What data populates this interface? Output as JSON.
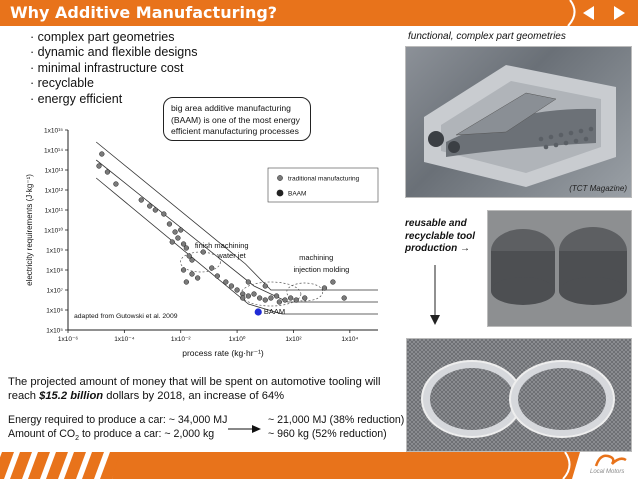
{
  "header": {
    "title": "Why Additive Manufacturing?",
    "prev_icon": "triangle-left-icon",
    "next_icon": "triangle-right-icon"
  },
  "bullets": [
    "complex part geometries",
    "dynamic and flexible designs",
    "minimal infrastructure cost",
    "recyclable",
    "energy efficient"
  ],
  "callout": {
    "text": "big area additive manufacturing (BAAM) is one of the most energy efficient manufacturing processes"
  },
  "chart_data": {
    "type": "scatter",
    "xlabel": "process rate (kg·hr⁻¹)",
    "ylabel": "electricity requirements (J·kg⁻¹)",
    "xscale": "log",
    "yscale": "log",
    "xlim_exp": [
      -6,
      5
    ],
    "ylim_exp": [
      5,
      15
    ],
    "x_ticks": [
      "1x10⁻⁶",
      "1x10⁻⁴",
      "1x10⁻²",
      "1x10⁰",
      "1x10²",
      "1x10⁴"
    ],
    "y_ticks": [
      "1x10¹⁵",
      "1x10¹⁴",
      "1x10¹³",
      "1x10¹²",
      "1x10¹¹",
      "1x10¹⁰",
      "1x10⁹",
      "1x10⁸",
      "1x10⁷",
      "1x10⁶",
      "1x10⁵"
    ],
    "legend": [
      "traditional manufacturing",
      "BAAM"
    ],
    "legend_position": "top-right",
    "annotations": [
      "finish machining",
      "water jet",
      "machining",
      "injection molding",
      "BAAM"
    ],
    "source": "adapted from Gutowski et al. 2009",
    "traditional_manufacturing_log10": [
      [
        -4.8,
        13.8
      ],
      [
        -4.6,
        12.9
      ],
      [
        -4.9,
        13.2
      ],
      [
        -4.3,
        12.3
      ],
      [
        -3.4,
        11.5
      ],
      [
        -3.1,
        11.2
      ],
      [
        -2.9,
        11.0
      ],
      [
        -2.6,
        10.8
      ],
      [
        -2.4,
        10.3
      ],
      [
        -2.2,
        9.9
      ],
      [
        -2.1,
        9.6
      ],
      [
        -1.9,
        9.3
      ],
      [
        -1.8,
        9.1
      ],
      [
        -1.7,
        8.7
      ],
      [
        -1.6,
        8.5
      ],
      [
        -1.9,
        8.0
      ],
      [
        -1.6,
        7.8
      ],
      [
        -1.8,
        7.4
      ],
      [
        -1.4,
        7.6
      ],
      [
        -1.2,
        8.9
      ],
      [
        -0.9,
        8.1
      ],
      [
        -0.7,
        7.7
      ],
      [
        -0.4,
        7.4
      ],
      [
        -0.2,
        7.2
      ],
      [
        0,
        7.0
      ],
      [
        0.2,
        6.8
      ],
      [
        0.4,
        6.7
      ],
      [
        0.6,
        6.8
      ],
      [
        0.8,
        6.6
      ],
      [
        1.0,
        6.5
      ],
      [
        1.2,
        6.6
      ],
      [
        1.4,
        6.7
      ],
      [
        1.5,
        6.4
      ],
      [
        1.7,
        6.5
      ],
      [
        1.9,
        6.6
      ],
      [
        2.1,
        6.5
      ],
      [
        2.4,
        6.6
      ],
      [
        3.1,
        7.1
      ],
      [
        3.4,
        7.4
      ],
      [
        3.8,
        6.6
      ],
      [
        1.0,
        7.2
      ],
      [
        0.4,
        7.4
      ],
      [
        0.2,
        6.6
      ],
      [
        -2.3,
        9.4
      ],
      [
        -2.0,
        10.0
      ]
    ],
    "baam_log10": [
      [
        0.75,
        5.9
      ]
    ]
  },
  "captions": {
    "top_photo": "functional, complex part geometries",
    "tool": "reusable and recyclable tool production",
    "credit": "(TCT Magazine)"
  },
  "paragraph": {
    "before": "The projected amount of money that will be spent on automotive tooling will reach ",
    "highlight": "$15.2 billion",
    "after": " dollars by 2018, an increase of 64%"
  },
  "energy": {
    "label1": "Energy required to produce a car: ~ 34,000 MJ",
    "label2_pre": "Amount of CO",
    "label2_sub": "2",
    "label2_post": " to produce a car: ~ 2,000 kg",
    "result1": "~ 21,000 MJ (38% reduction)",
    "result2": "~ 960 kg (52% reduction)"
  },
  "footer": {
    "logo_text": "Local Motors"
  },
  "colors": {
    "accent": "#e8731b",
    "baam": "#1f2bd6",
    "callout_border": "#222222"
  }
}
